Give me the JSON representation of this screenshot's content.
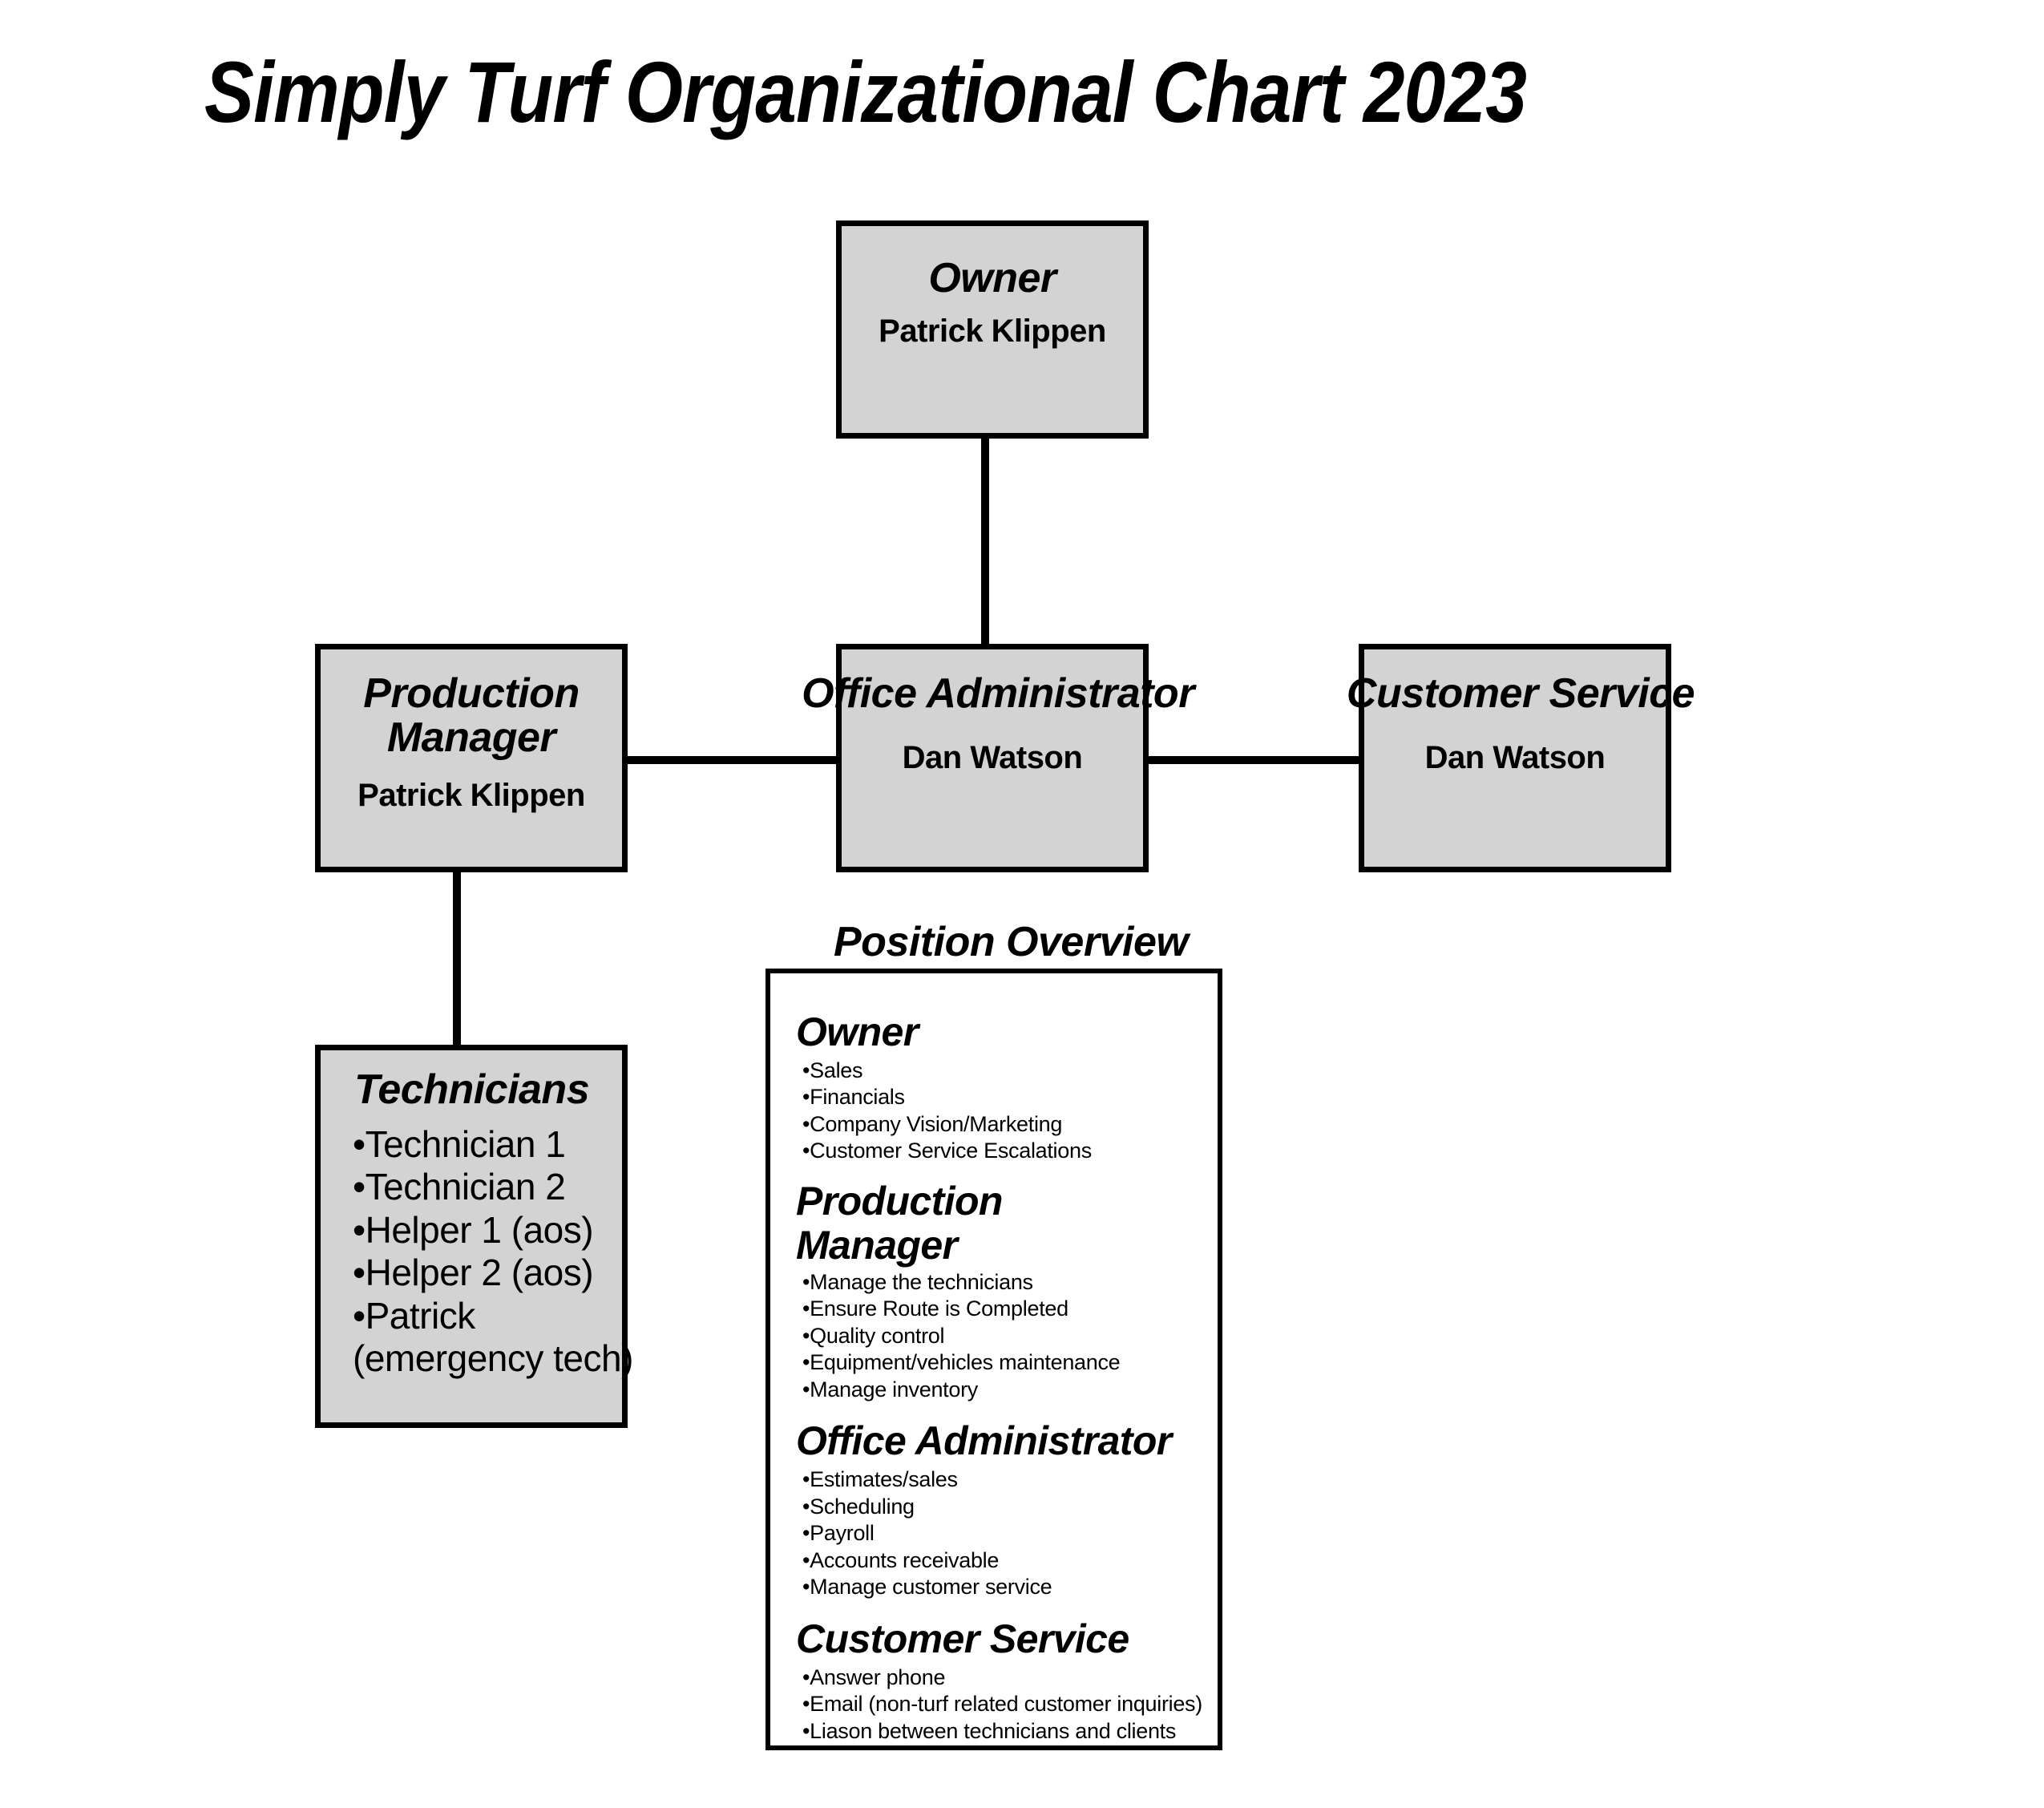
{
  "title": "Simply Turf Organizational Chart 2023",
  "colors": {
    "box_fill": "#d3d3d3",
    "border": "#000000",
    "page_background": "#ffffff",
    "text": "#000000",
    "overview_fill": "#ffffff"
  },
  "org_chart": {
    "owner": {
      "title": "Owner",
      "name": "Patrick Klippen"
    },
    "production_manager": {
      "title_line1": "Production",
      "title_line2": "Manager",
      "name": "Patrick Klippen"
    },
    "office_administrator": {
      "title": "Office Administrator",
      "name": "Dan Watson"
    },
    "customer_service": {
      "title": "Customer Service",
      "name": "Dan Watson"
    },
    "technicians": {
      "title": "Technicians",
      "items": [
        "•Technician 1",
        "•Technician 2",
        "•Helper 1 (aos)",
        "•Helper 2 (aos)",
        "•Patrick",
        "(emergency tech)"
      ]
    }
  },
  "position_overview": {
    "heading": "Position Overview",
    "sections": [
      {
        "heading": "Owner",
        "items": [
          "•Sales",
          "•Financials",
          "•Company Vision/Marketing",
          "•Customer Service Escalations"
        ]
      },
      {
        "heading_line1": "Production",
        "heading_line2": "Manager",
        "heading": "Production Manager",
        "items": [
          "•Manage the technicians",
          "•Ensure Route is Completed",
          "•Quality control",
          "•Equipment/vehicles maintenance",
          "•Manage inventory"
        ]
      },
      {
        "heading": "Office Administrator",
        "items": [
          "•Estimates/sales",
          "•Scheduling",
          "•Payroll",
          "•Accounts receivable",
          "•Manage customer service"
        ]
      },
      {
        "heading": "Customer Service",
        "items": [
          "•Answer phone",
          "•Email (non-turf related customer inquiries)",
          "•Liason between technicians and clients"
        ]
      }
    ]
  }
}
